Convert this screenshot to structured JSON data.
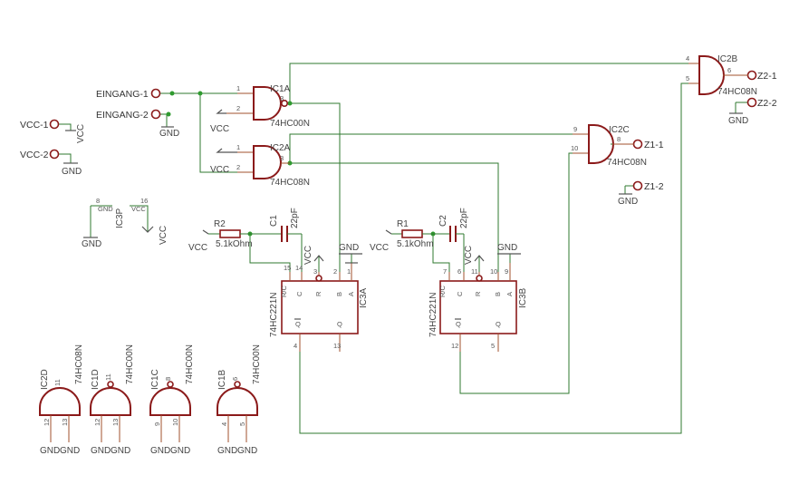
{
  "connectors": {
    "eingang1": "EINGANG-1",
    "eingang2": "EINGANG-2",
    "vcc1": "VCC-1",
    "vcc2": "VCC-2",
    "z11": "Z1-1",
    "z12": "Z1-2",
    "z21": "Z2-1",
    "z22": "Z2-2"
  },
  "supply": {
    "vcc": "VCC",
    "gnd": "GND"
  },
  "gates": {
    "ic1a": {
      "name": "IC1A",
      "type": "74HC00N",
      "in1": "1",
      "in2": "2",
      "out": "3"
    },
    "ic2a": {
      "name": "IC2A",
      "type": "74HC08N",
      "in1": "1",
      "in2": "2",
      "out": "3"
    },
    "ic2c": {
      "name": "IC2C",
      "type": "74HC08N",
      "in1": "9",
      "in2": "10",
      "out": "8"
    },
    "ic2b": {
      "name": "IC2B",
      "type": "74HC08N",
      "in1": "4",
      "in2": "5",
      "out": "6"
    }
  },
  "power": {
    "ic3p": {
      "name": "IC3P",
      "gndpin": "8",
      "gndlbl": "GND",
      "vccpin": "16",
      "vcclbl": "VCC"
    }
  },
  "monoflops": {
    "ic3a": {
      "name": "IC3A",
      "type": "74HC221N",
      "pin_rc": "15",
      "pin_c": "14",
      "pin_r": "3",
      "pin_b": "2",
      "pin_a": "1",
      "pin_qn": "4",
      "pin_q": "13",
      "lbl_rc": "R/C",
      "lbl_c": "C",
      "lbl_r": "R",
      "lbl_b": "B",
      "lbl_a": "A",
      "lbl_qn": "Q",
      "lbl_q": "Q"
    },
    "ic3b": {
      "name": "IC3B",
      "type": "74HC221N",
      "pin_rc": "7",
      "pin_c": "6",
      "pin_r": "11",
      "pin_b": "10",
      "pin_a": "9",
      "pin_qn": "12",
      "pin_q": "5",
      "lbl_rc": "R/C",
      "lbl_c": "C",
      "lbl_r": "R",
      "lbl_b": "B",
      "lbl_a": "A",
      "lbl_qn": "Q",
      "lbl_q": "Q"
    }
  },
  "passives": {
    "r1": {
      "name": "R1",
      "value": "5.1kOhm"
    },
    "r2": {
      "name": "R2",
      "value": "5.1kOhm"
    },
    "c1": {
      "name": "C1",
      "value": "22pF"
    },
    "c2": {
      "name": "C2",
      "value": "22pF"
    }
  },
  "unused": {
    "ic2d": {
      "name": "IC2D",
      "type": "74HC08N",
      "pin_top": "11",
      "pin1": "12",
      "pin2": "13"
    },
    "ic1d": {
      "name": "IC1D",
      "type": "74HC00N",
      "pin_top": "11",
      "pin1": "12",
      "pin2": "13"
    },
    "ic1c": {
      "name": "IC1C",
      "type": "74HC00N",
      "pin_top": "8",
      "pin1": "9",
      "pin2": "10"
    },
    "ic1b": {
      "name": "IC1B",
      "type": "74HC00N",
      "pin_top": "6",
      "pin1": "4",
      "pin2": "5"
    }
  }
}
